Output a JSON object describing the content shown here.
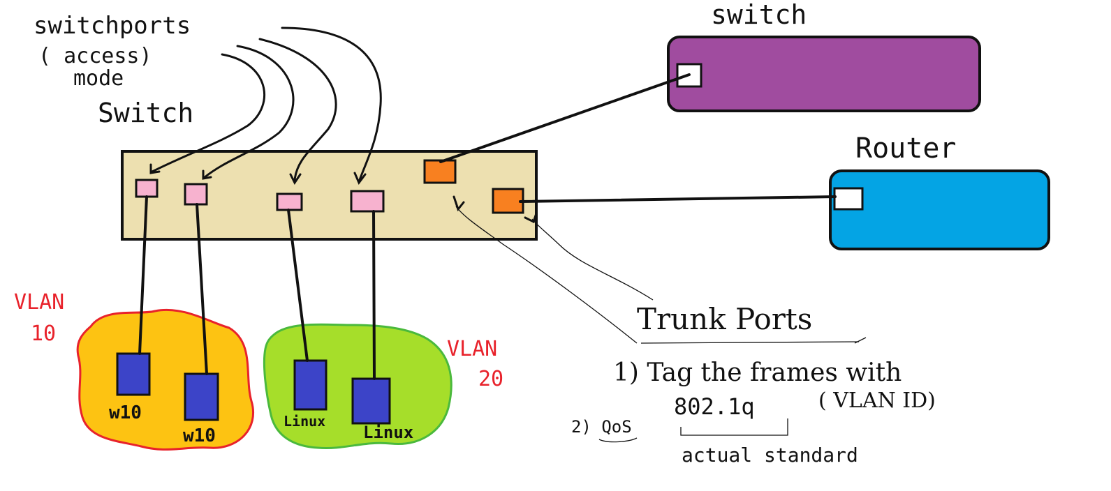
{
  "labels": {
    "switchports_line1": "switchports",
    "switchports_line2": "( access)",
    "switchports_line3": "mode",
    "center_switch": "Switch",
    "top_switch": "switch",
    "router": "Router",
    "vlan10_line1": "VLAN",
    "vlan10_line2": "10",
    "vlan20_line1": "VLAN",
    "vlan20_line2": "20",
    "pc1": "w10",
    "pc2": "w10",
    "pc3": "Linux",
    "pc4": "Linux",
    "trunk_ports": "Trunk Ports",
    "note1": "1) Tag the frames with",
    "note1_sub": "802.1q",
    "note1_tail": "( VLAN ID)",
    "note1_caption": "actual standard",
    "note2": "2) QoS"
  },
  "colors": {
    "switch_body": "#ede0b0",
    "access_port": "#f7b2cf",
    "trunk_port": "#f88020",
    "top_switch": "#a04c9f",
    "router": "#04a4e4",
    "vlan10_blob": "#fdc312",
    "vlan10_outline": "#e8222b",
    "vlan20_blob": "#a6de2a",
    "vlan20_outline": "#4ab93c",
    "pc": "#3c44c8",
    "vlan_label": "#e8222b"
  }
}
